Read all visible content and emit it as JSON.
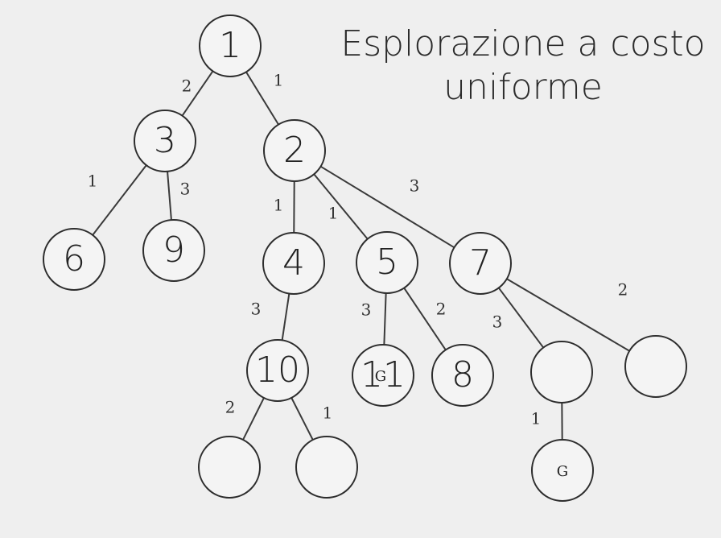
{
  "title_line1": "Esplorazione a costo",
  "title_line2": "uniforme",
  "nodes": [
    {
      "id": "n1",
      "label": "1"
    },
    {
      "id": "n3",
      "label": "3"
    },
    {
      "id": "n2",
      "label": "2"
    },
    {
      "id": "n6",
      "label": "6"
    },
    {
      "id": "n9",
      "label": "9"
    },
    {
      "id": "n4",
      "label": "4"
    },
    {
      "id": "n5",
      "label": "5"
    },
    {
      "id": "n7",
      "label": "7"
    },
    {
      "id": "n10",
      "label": "10"
    },
    {
      "id": "n11",
      "label": "11",
      "overlay": "G"
    },
    {
      "id": "n8",
      "label": "8"
    },
    {
      "id": "nA",
      "label": ""
    },
    {
      "id": "nB",
      "label": ""
    },
    {
      "id": "nC",
      "label": ""
    },
    {
      "id": "nD",
      "label": ""
    },
    {
      "id": "nG",
      "label": "G",
      "style": "goal"
    }
  ],
  "edges": [
    {
      "from": "n1",
      "to": "n3",
      "weight": "2"
    },
    {
      "from": "n1",
      "to": "n2",
      "weight": "1"
    },
    {
      "from": "n3",
      "to": "n6",
      "weight": "1"
    },
    {
      "from": "n3",
      "to": "n9",
      "weight": "3"
    },
    {
      "from": "n2",
      "to": "n4",
      "weight": "1"
    },
    {
      "from": "n2",
      "to": "n5",
      "weight": "1"
    },
    {
      "from": "n2",
      "to": "n7",
      "weight": "3"
    },
    {
      "from": "n4",
      "to": "n10",
      "weight": "3"
    },
    {
      "from": "n5",
      "to": "n11",
      "weight": "3"
    },
    {
      "from": "n5",
      "to": "n8",
      "weight": "2"
    },
    {
      "from": "n7",
      "to": "nA",
      "weight": "3"
    },
    {
      "from": "n7",
      "to": "nB",
      "weight": "2"
    },
    {
      "from": "n10",
      "to": "nC",
      "weight": "2"
    },
    {
      "from": "n10",
      "to": "nD",
      "weight": "1"
    },
    {
      "from": "nA",
      "to": "nG",
      "weight": "1"
    }
  ]
}
